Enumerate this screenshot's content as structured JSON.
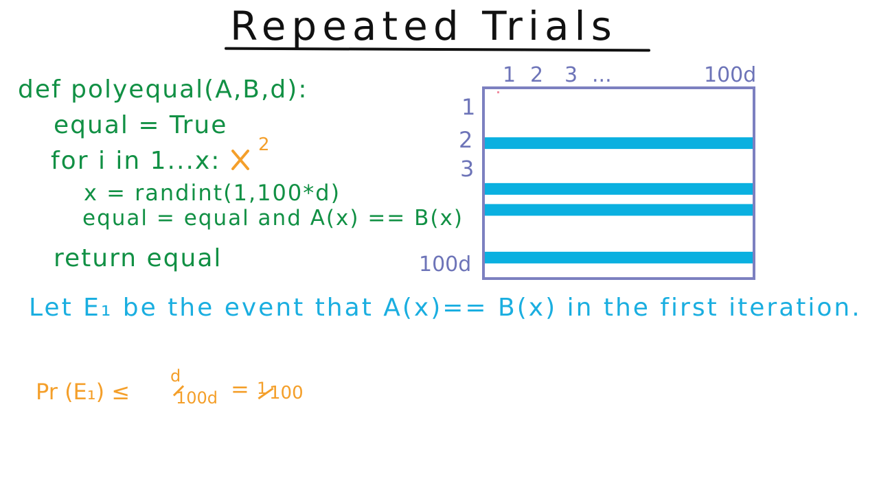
{
  "title": "Repeated Trials",
  "code": {
    "line1": "def polyequal(A,B,d):",
    "line2": "equal = True",
    "line3": "for i in 1...x:",
    "line3_exponent": "2",
    "line4": "x = randint(1,100*d)",
    "line5": "equal = equal and A(x) == B(x)",
    "line6": "return equal"
  },
  "event_text": "Let E₁ be the event that A(x)== B(x) in the first iteration.",
  "probability": {
    "label": "Pr (E₁) ≤",
    "frac1_num": "d",
    "frac1_den": "100d",
    "equals": "=",
    "frac2_num": "1",
    "frac2_den": "100"
  },
  "grid": {
    "col_labels": [
      "1",
      "2",
      "3",
      "...",
      "100d"
    ],
    "row_labels": [
      "1",
      "2",
      "3",
      "100d"
    ],
    "bar_rows": [
      0.29,
      0.53,
      0.64,
      0.89
    ],
    "colors": {
      "frame": "#7c80c0",
      "bars": "#0ab0e0",
      "labels": "#6d74b8"
    }
  },
  "colors": {
    "title": "#111111",
    "code": "#119044",
    "event": "#1aaee0",
    "annotation": "#f49f2a"
  }
}
